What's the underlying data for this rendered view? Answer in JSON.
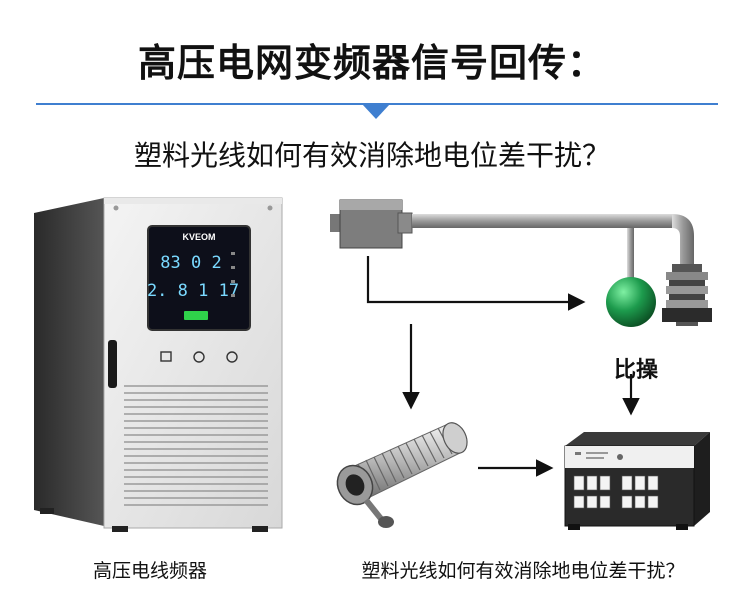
{
  "title": "高压电网变频器信号回传：",
  "subtitle": "塑料光线如何有效消除地电位差干扰？",
  "inverter": {
    "brand": "KVEOM",
    "readout_line1": "83 0 2",
    "readout_line2": "2. 8 1 17",
    "caption": "高压电线频器"
  },
  "sensor_label": "比操",
  "bottom_caption": "塑料光线如何有效消除地电位差干扰？",
  "colors": {
    "accent": "#3f7fd0",
    "status_led": "#2fd24a",
    "sensor_ball": "#1d9b4d"
  }
}
